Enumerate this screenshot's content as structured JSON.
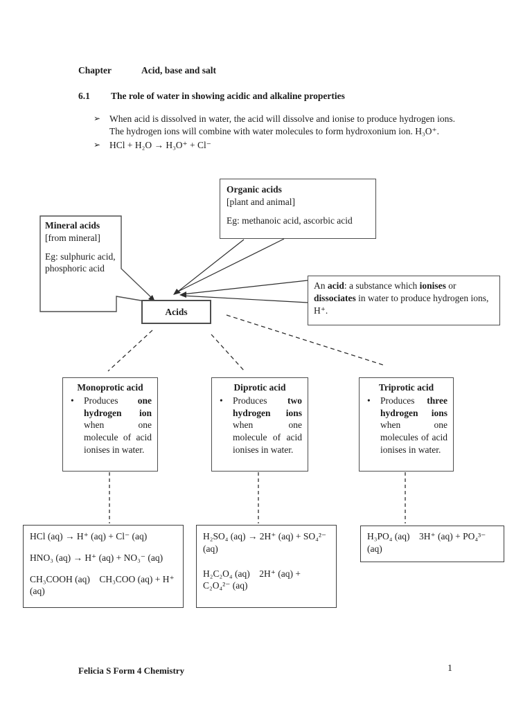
{
  "header": {
    "chapter_label": "Chapter",
    "chapter_title": "Acid, base and salt",
    "section_number": "6.1",
    "section_title": "The role of water in showing acidic and alkaline properties"
  },
  "intro": {
    "bullet_marker": "➢",
    "point1": "When acid is dissolved in water, the acid will dissolve and ionise to produce hydrogen ions. The hydrogen ions will combine with water molecules to form hydroxonium ion. H₃O⁺.",
    "point2": "HCl + H₂O → H₃O⁺ + Cl⁻"
  },
  "diagram": {
    "organic_box": {
      "title": "Organic acids",
      "origin": "[plant and animal]",
      "example": "Eg: methanoic acid, ascorbic acid"
    },
    "mineral_box": {
      "title": "Mineral acids",
      "origin": "[from mineral]",
      "example": "Eg: sulphuric acid, phosphoric acid"
    },
    "acids_label": "Acids",
    "definition": {
      "t1": "An ",
      "b1": "acid",
      "t2": ": a substance which ",
      "b2": "ionises",
      "t3": " or ",
      "b3": "dissociates",
      "t4": " in water to produce hydrogen ions, H⁺."
    },
    "types": [
      {
        "title": "Monoprotic acid",
        "bullet": "•",
        "t1": "Produces ",
        "b1": "one hydrogen ion",
        "t2": " when one molecule of acid ionises in water."
      },
      {
        "title": "Diprotic acid",
        "bullet": "•",
        "t1": "Produces ",
        "b1": "two hydrogen ions",
        "t2": " when one molecule of acid ionises in water."
      },
      {
        "title": "Triprotic acid",
        "bullet": "•",
        "t1": "Produces ",
        "b1": "three hydrogen ions",
        "t2": " when one molecules of acid ionises in water."
      }
    ],
    "equations": {
      "monoprotic": [
        "HCl (aq) → H⁺ (aq) + Cl⁻ (aq)",
        "HNO₃ (aq) → H⁺ (aq) + NO₃⁻ (aq)",
        "CH₃COOH (aq)    CH₃COO (aq) + H⁺ (aq)"
      ],
      "diprotic": [
        "H₂SO₄ (aq) → 2H⁺ (aq) + SO₄²⁻ (aq)",
        "H₂C₂O₄ (aq)    2H⁺ (aq) + C₂O₄²⁻ (aq)"
      ],
      "triprotic": [
        "H₃PO₄ (aq)    3H⁺ (aq) + PO₄³⁻ (aq)"
      ]
    }
  },
  "footer": {
    "left": "Felicia S Form 4 Chemistry",
    "page_number": "1"
  },
  "colors": {
    "line": "#2e2e2e",
    "border": "#4d4d4d",
    "text": "#1b1b1b"
  }
}
